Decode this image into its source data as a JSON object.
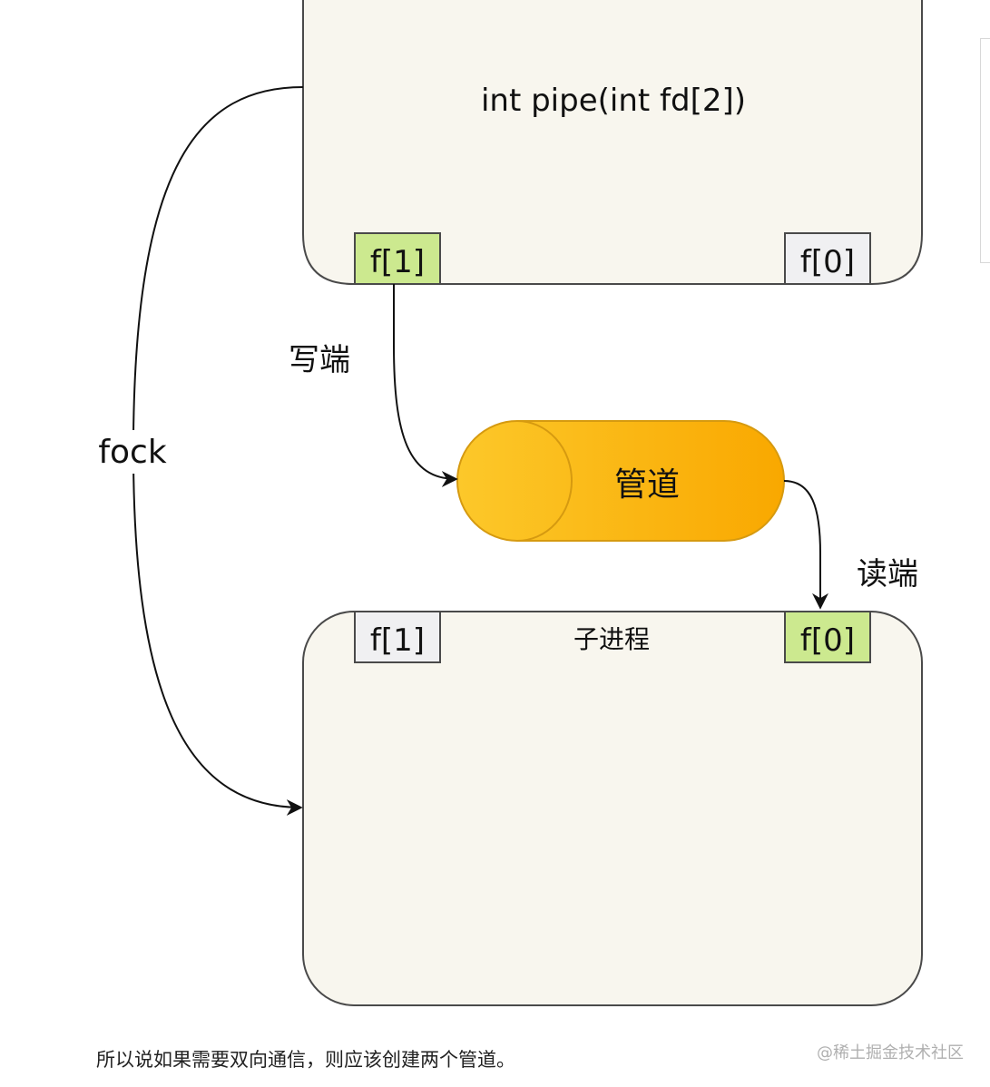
{
  "diagram": {
    "parent_process": {
      "label": "int pipe(int fd[2])",
      "write_fd_label": "f[1]",
      "read_fd_label": "f[0]"
    },
    "child_process": {
      "label": "子进程",
      "write_fd_label": "f[1]",
      "read_fd_label": "f[0]"
    },
    "pipe": {
      "label": "管道"
    },
    "edges": {
      "fork_label": "fock",
      "write_end_label": "写端",
      "read_end_label": "读端"
    },
    "colors": {
      "process_fill": "#f8f6ee",
      "process_stroke": "#4a4a4a",
      "active_fd_fill": "#cce98f",
      "inactive_fd_fill": "#f0f0f2",
      "pipe_gradient_start": "#fcc82a",
      "pipe_gradient_end": "#f9a800",
      "pipe_stroke": "#d69a10"
    }
  },
  "caption": "所以说如果需要双向通信，则应该创建两个管道。",
  "watermark": "@稀土掘金技术社区"
}
